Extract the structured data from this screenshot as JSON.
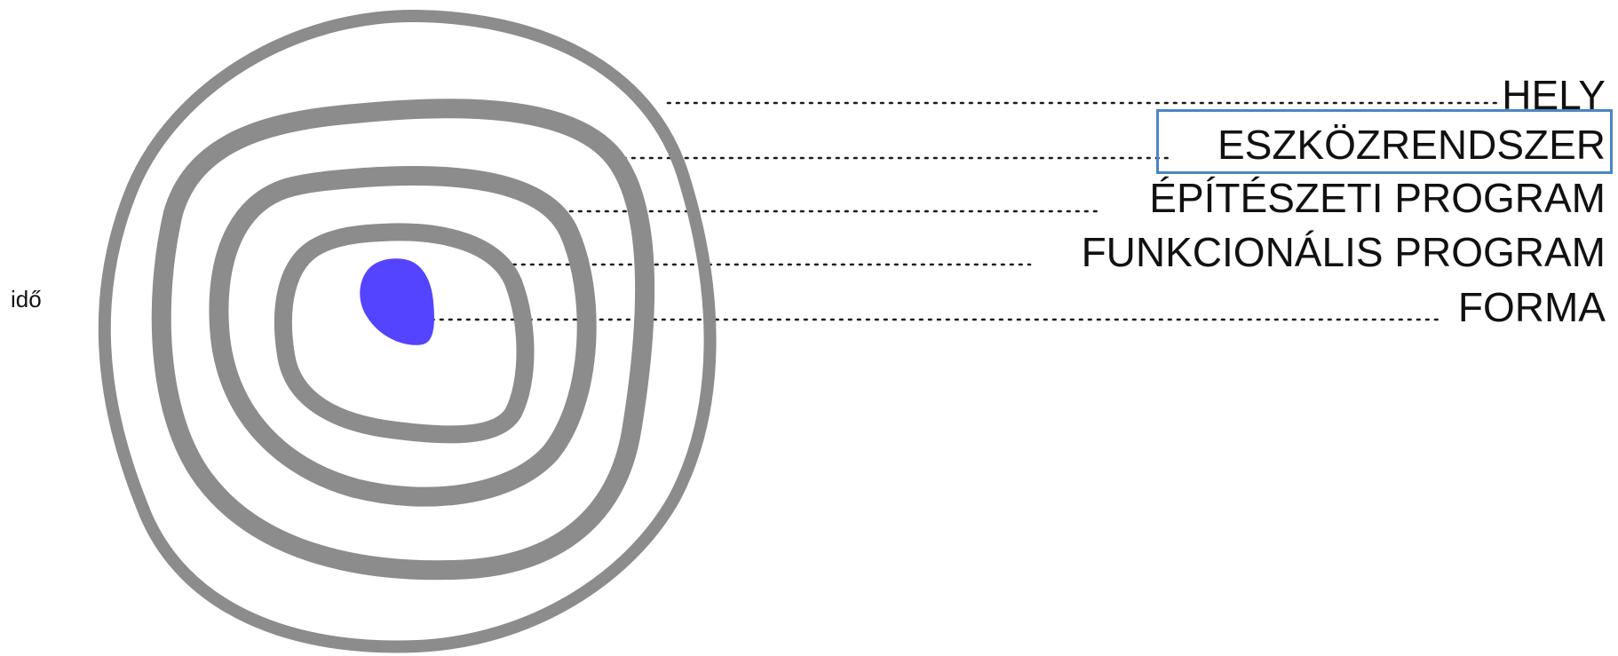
{
  "diagram": {
    "time_label": "idő",
    "layers": [
      {
        "id": "hely",
        "label": "HELY"
      },
      {
        "id": "eszkozrendszer",
        "label": "ESZKÖZRENDSZER",
        "highlighted": true
      },
      {
        "id": "epiteszeti-program",
        "label": "ÉPÍTÉSZETI PROGRAM"
      },
      {
        "id": "funkcionalis-program",
        "label": "FUNKCIONÁLIS PROGRAM"
      },
      {
        "id": "forma",
        "label": "FORMA"
      }
    ],
    "colors": {
      "ring": "#8c8c8c",
      "core": "#5544ff",
      "highlight_border": "#4a86c6",
      "text": "#111111"
    }
  }
}
